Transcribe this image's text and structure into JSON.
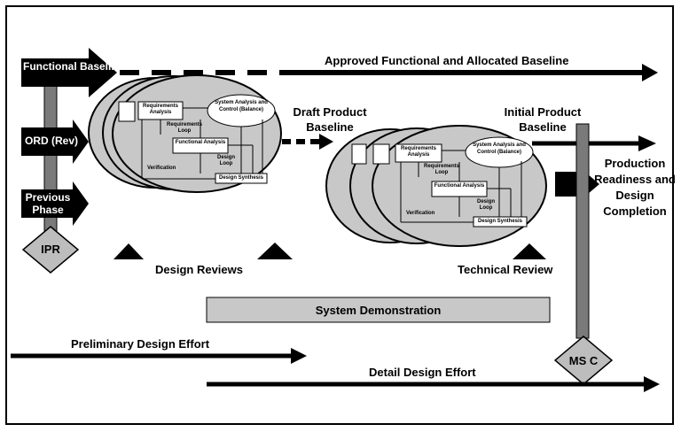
{
  "inputs": {
    "functional_baseline": "Functional Baseline",
    "ord_rev": "ORD (Rev)",
    "previous_phase": "Previous Phase"
  },
  "milestones": {
    "ipr": "IPR",
    "ms_c": "MS C"
  },
  "flows": {
    "approved_baseline": "Approved Functional and Allocated Baseline",
    "draft_product_baseline": "Draft Product Baseline",
    "initial_product_baseline": "Initial Product Baseline",
    "production_readiness": "Production Readiness and Design Completion"
  },
  "reviews": {
    "design_reviews": "Design Reviews",
    "technical_review": "Technical Review"
  },
  "bars": {
    "system_demonstration": "System Demonstration",
    "preliminary_design_effort": "Preliminary Design Effort",
    "detail_design_effort": "Detail Design Effort"
  },
  "process_loop": {
    "requirements_analysis": "Requirements Analysis",
    "requirements_loop": "Requirements Loop",
    "system_analysis_control": "System Analysis and Control (Balance)",
    "functional_analysis": "Functional Analysis",
    "design_loop": "Design Loop",
    "verification": "Verification",
    "design_synthesis": "Design Synthesis"
  }
}
